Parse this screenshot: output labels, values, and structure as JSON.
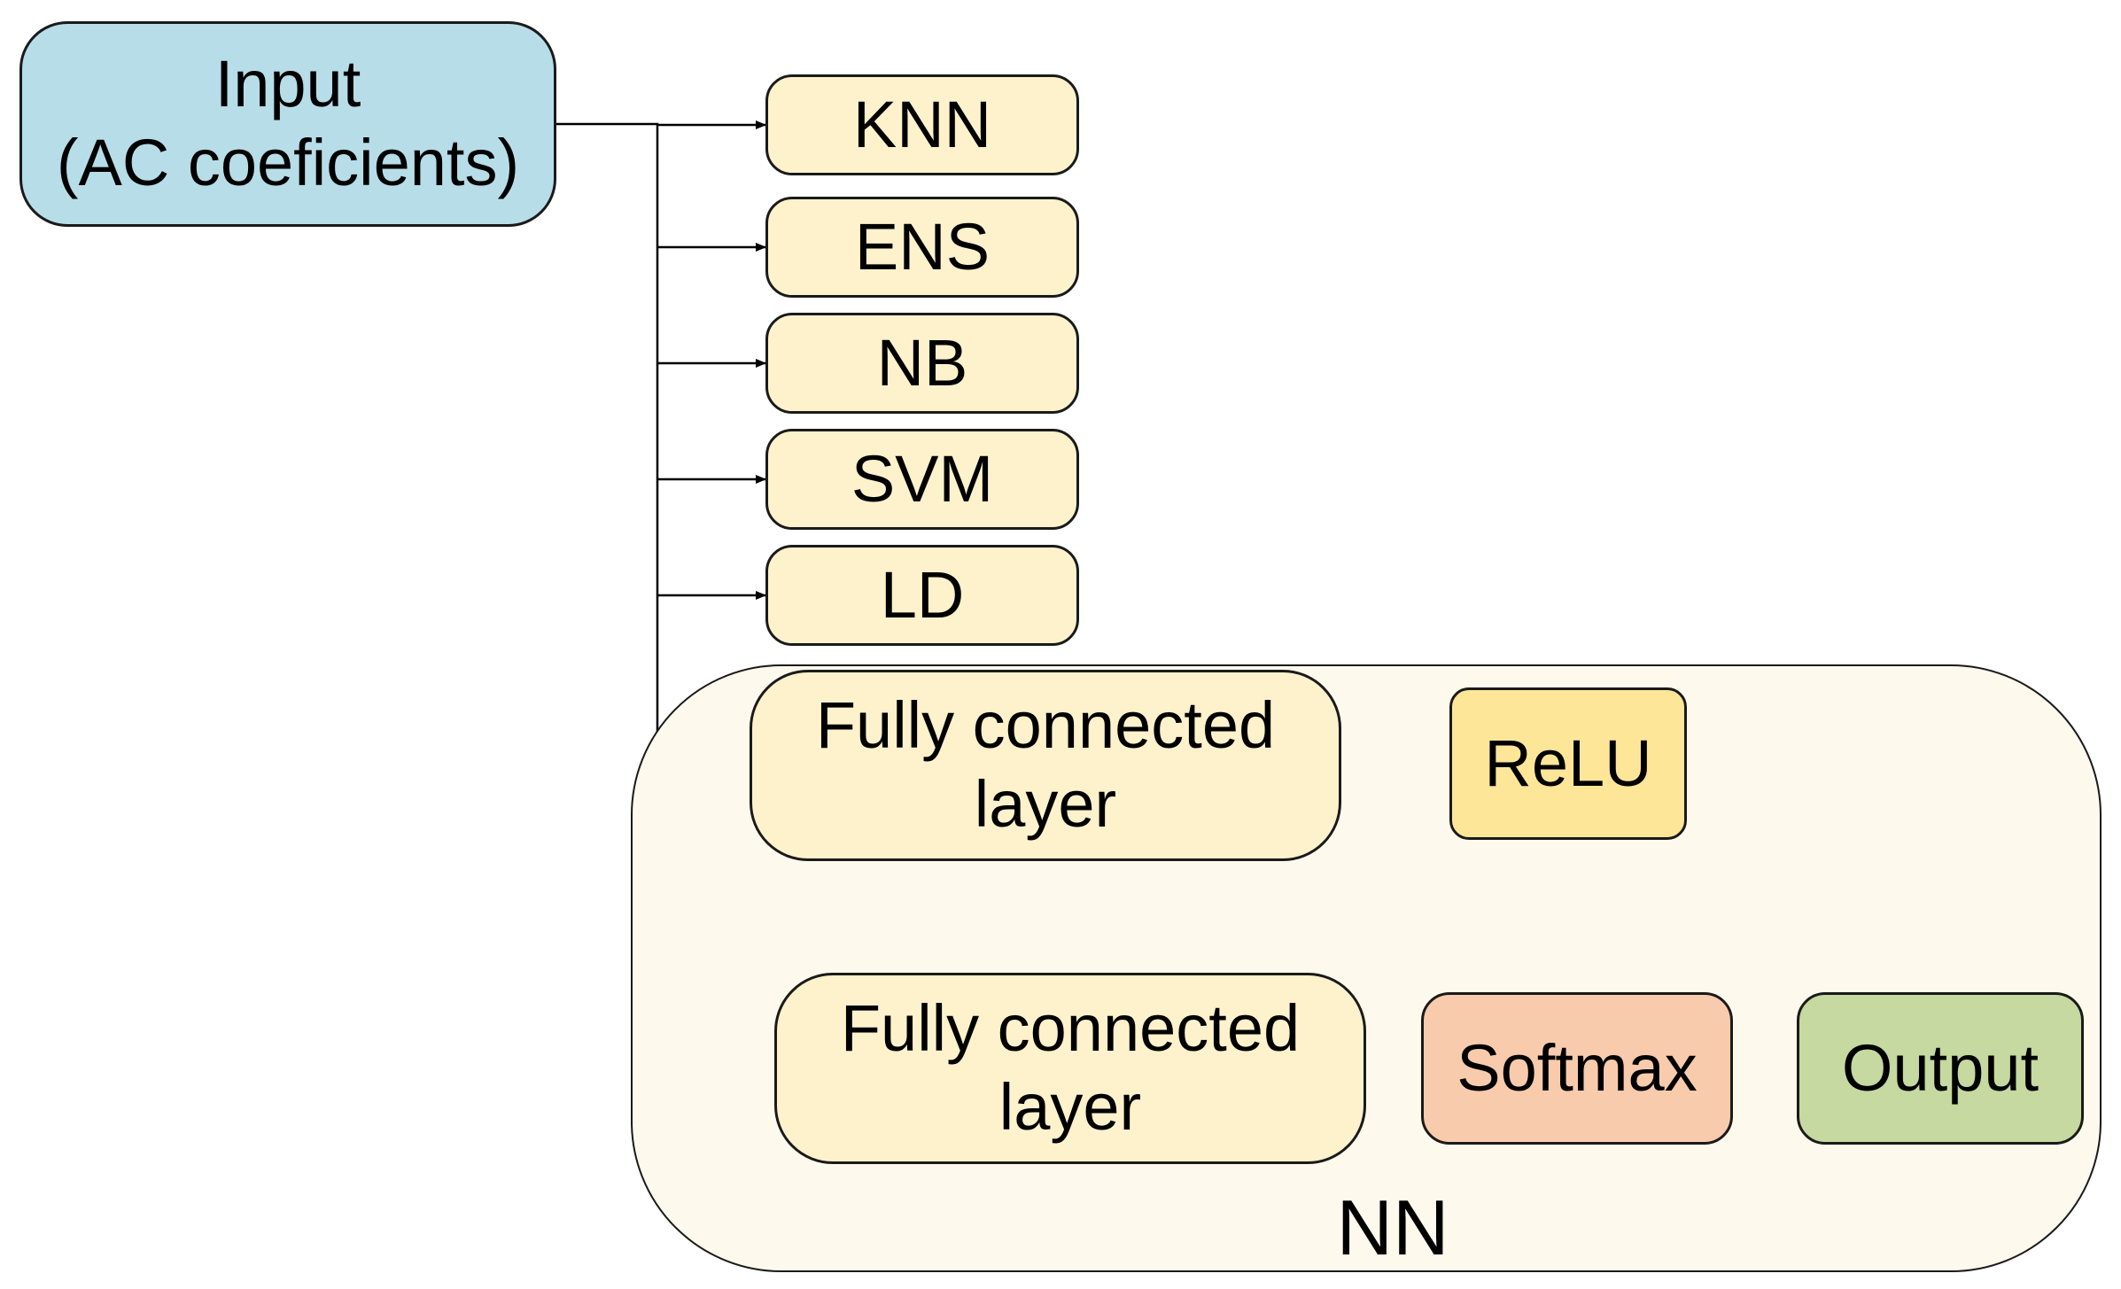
{
  "diagram": {
    "input_label": "Input\n(AC coeficients)",
    "classifiers": [
      "KNN",
      "ENS",
      "NB",
      "SVM",
      "LD"
    ],
    "nn_group_label": "NN",
    "fc1_label": "Fully connected\nlayer",
    "relu_label": "ReLU",
    "fc2_label": "Fully connected\nlayer",
    "softmax_label": "Softmax",
    "output_label": "Output"
  },
  "colors": {
    "input_fill": "#b7dde8",
    "classifier_fill": "#fef2cc",
    "nn_group_fill": "#fef9ed",
    "fc_fill": "#fef2cc",
    "relu_fill": "#fee699",
    "softmax_fill": "#f8cbad",
    "output_fill": "#c5d9a0",
    "line": "#000000"
  }
}
